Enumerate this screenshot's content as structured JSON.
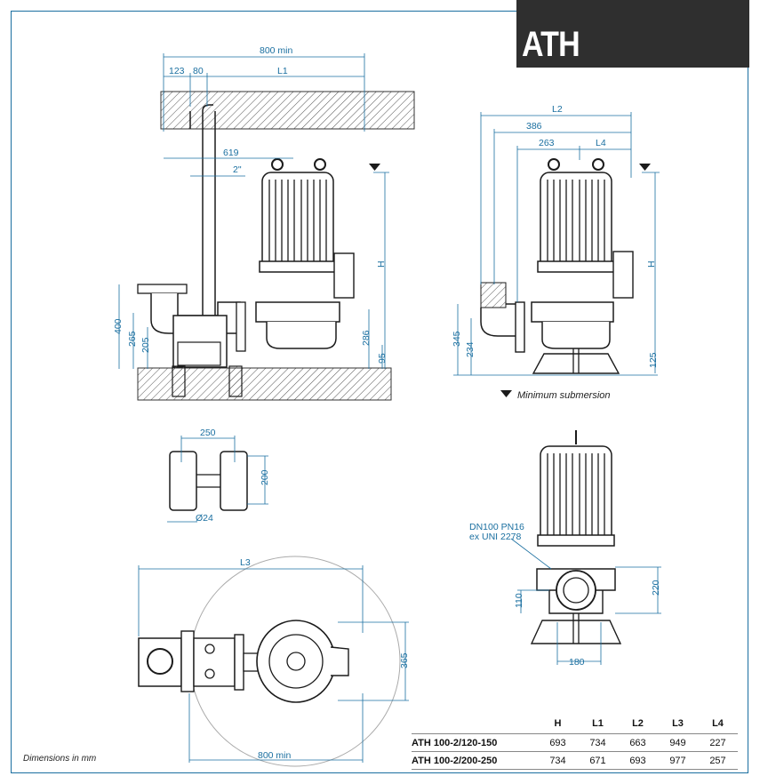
{
  "header": {
    "model": "ATH"
  },
  "dimensions": {
    "side": {
      "top_total": "800 min",
      "a": "123",
      "b": "80",
      "l1": "L1",
      "d619": "619",
      "pipe": "2\"",
      "h": "H",
      "h400": "400",
      "h265": "265",
      "h205": "205",
      "h286": "286",
      "h95": "95"
    },
    "front": {
      "l2": "L2",
      "d386": "386",
      "d263": "263",
      "l4": "L4",
      "h": "H",
      "h345": "345",
      "h234": "234",
      "h125": "125"
    },
    "feet": {
      "d250": "250",
      "d200": "200",
      "d24": "Ø24"
    },
    "plan": {
      "l3": "L3",
      "d365": "365",
      "bottom": "800 min"
    },
    "flange": {
      "line1": "DN100 PN16",
      "line2": "ex UNI 2278",
      "d110": "110",
      "d220": "220",
      "d180": "180"
    }
  },
  "legend": {
    "min_submersion": "Minimum submersion"
  },
  "footnote": "Dimensions in mm",
  "table": {
    "headers": [
      "",
      "H",
      "L1",
      "L2",
      "L3",
      "L4"
    ],
    "rows": [
      {
        "model": "ATH 100-2/120-150",
        "H": "693",
        "L1": "734",
        "L2": "663",
        "L3": "949",
        "L4": "227"
      },
      {
        "model": "ATH 100-2/200-250",
        "H": "734",
        "L1": "671",
        "L2": "693",
        "L3": "977",
        "L4": "257"
      }
    ]
  },
  "colors": {
    "frame": "#1a6fa0",
    "dim": "#1a6fa0",
    "tab": "#2f2f2f",
    "drawing": "#1b1b1b"
  }
}
